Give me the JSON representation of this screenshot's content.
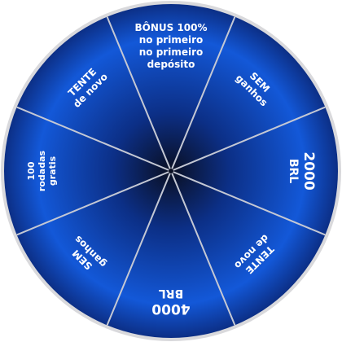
{
  "wheel": {
    "colors": {
      "rim": "#d9d9dc",
      "center": "#0a0f22",
      "mid": "#0c2f86",
      "outer": "#1358d8",
      "divider": "#c4c8d4",
      "text": "#ffffff"
    },
    "segments": [
      {
        "id": "bonus",
        "lines": [
          "BÔNUS 100%",
          "no primeiro",
          "no primeiro",
          "depósito"
        ]
      },
      {
        "id": "sem-1",
        "lines": [
          "SEM",
          "ganhos"
        ]
      },
      {
        "id": "2000",
        "lines": [
          "2000",
          "BRL"
        ]
      },
      {
        "id": "tente-1",
        "lines": [
          "TENTE",
          "de novo"
        ]
      },
      {
        "id": "4000",
        "lines": [
          "4000",
          "BRL"
        ]
      },
      {
        "id": "sem-2",
        "lines": [
          "SEM",
          "ganhos"
        ]
      },
      {
        "id": "rodadas",
        "lines": [
          "100",
          "rodadas",
          "gratis"
        ]
      },
      {
        "id": "tente-2",
        "lines": [
          "TENTE",
          "de novo"
        ]
      }
    ]
  }
}
